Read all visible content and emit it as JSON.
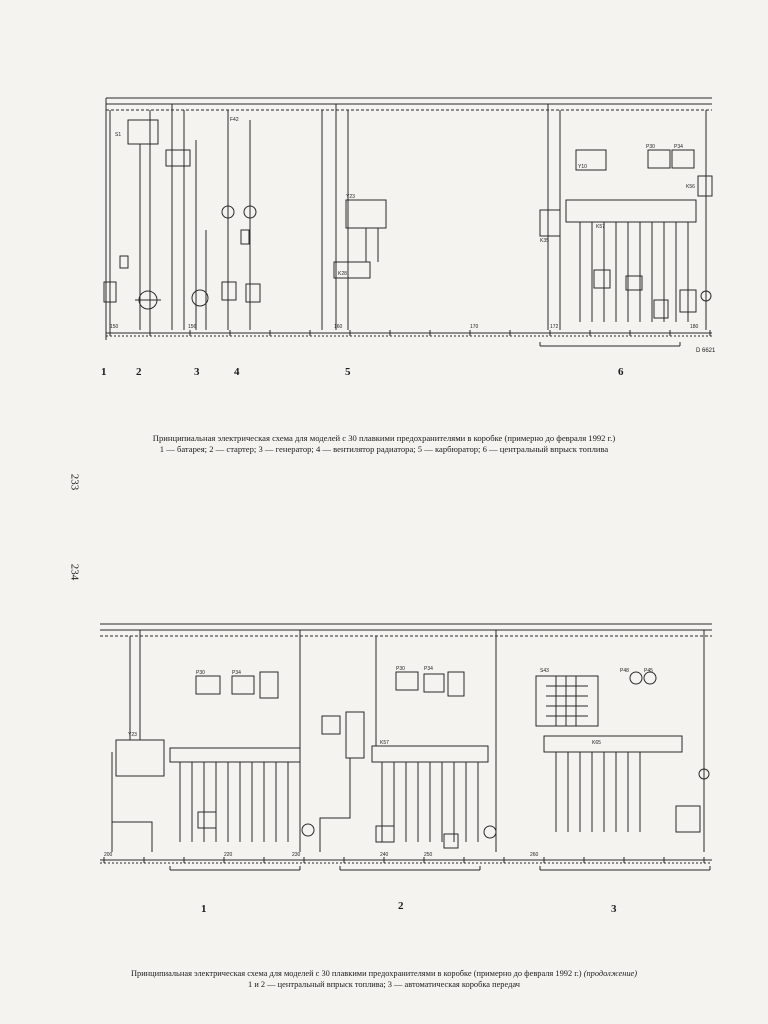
{
  "page1": {
    "section_numbers": [
      "1",
      "2",
      "3",
      "4",
      "5",
      "6"
    ],
    "drawing_code": "D 6621",
    "caption_title": "Принципиальная электрическая схема для моделей с 30 плавкими предохранителями в коробке (примерно до февраля 1992 г.)",
    "caption_legend": "1 — батарея; 2 — стартер; 3 — генератор; 4 — вентилятор радиатора; 5 — карбюратор; 6 — центральный впрыск топлива"
  },
  "page_numbers": {
    "first": "233",
    "second": "234"
  },
  "page2": {
    "section_numbers": [
      "1",
      "2",
      "3"
    ],
    "caption_title": "Принципиальная электрическая схема для моделей с 30 плавкими предохранителями в коробке (примерно до февраля 1992 г.)",
    "caption_title_suffix": "(продолжение)",
    "caption_legend": "1 и 2 — центральный впрыск топлива; 3 — автоматическая коробка передач"
  }
}
